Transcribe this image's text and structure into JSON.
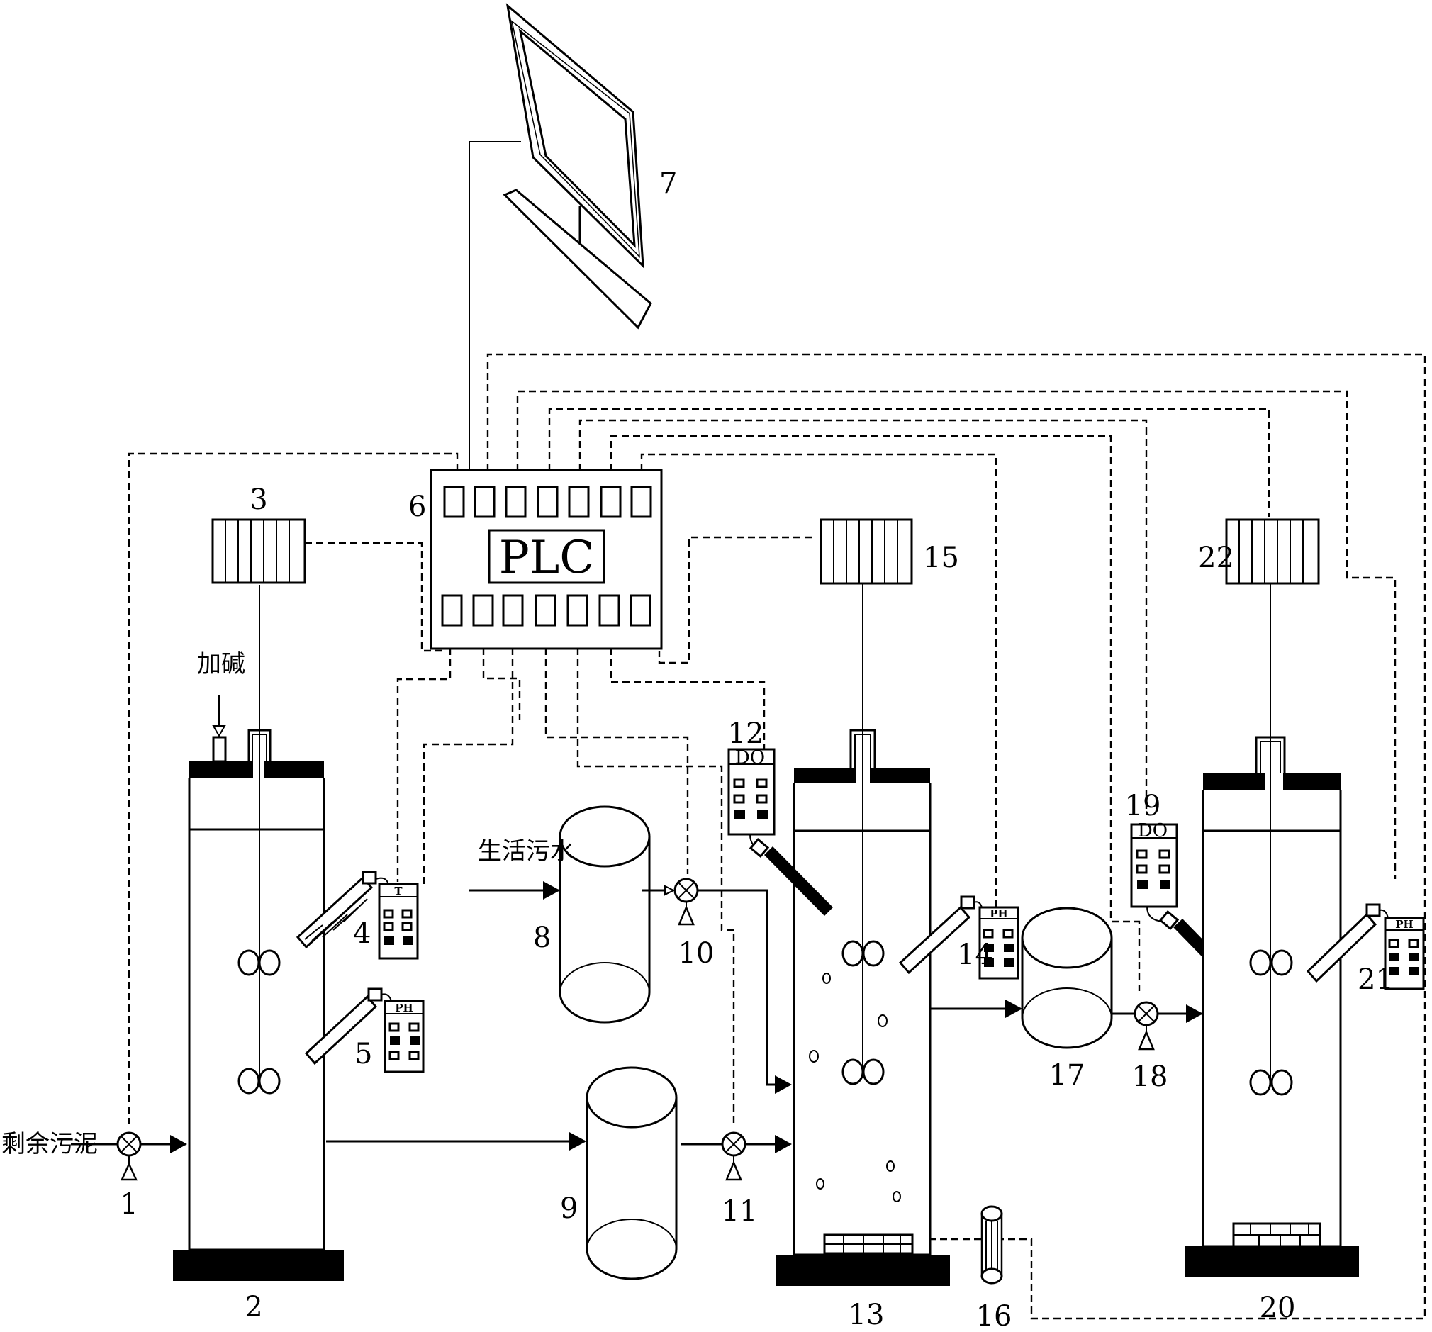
{
  "labels": {
    "valve_1": "1",
    "reactor_2": "2",
    "heater_3": "3",
    "probe_4": "4",
    "probe_5": "5",
    "plc_6": "6",
    "computer_7": "7",
    "tank_8": "8",
    "tank_9": "9",
    "valve_10": "10",
    "valve_11": "11",
    "meter_12": "12",
    "reactor_13": "13",
    "probe_14": "14",
    "heater_15": "15",
    "pump_16": "16",
    "tank_17": "17",
    "valve_18": "18",
    "meter_19": "19",
    "reactor_20": "20",
    "probe_21": "21",
    "heater_22": "22"
  },
  "text": {
    "plc": "PLC",
    "add_alkali": "加碱",
    "domestic_sewage": "生活污水",
    "excess_sludge": "剩余污泥"
  },
  "meters": {
    "m4": "T",
    "m5": "PH",
    "m12": "DO",
    "m14": "PH",
    "m19": "DO",
    "m21": "PH"
  }
}
